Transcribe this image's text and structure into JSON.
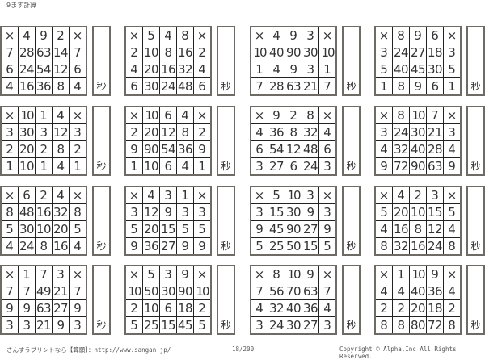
{
  "title": "9ます計算",
  "times_symbol": "×",
  "seconds_label": "秒",
  "colors": {
    "answer": "#e8203a",
    "text": "#333333",
    "border": "#6e6a66"
  },
  "puzzles": [
    {
      "top": [
        "4",
        "9",
        "2"
      ],
      "rows": [
        {
          "left": "7",
          "cells": [
            "28",
            "63",
            "14"
          ]
        },
        {
          "left": "6",
          "cells": [
            "24",
            "54",
            "12"
          ]
        },
        {
          "left": "4",
          "cells": [
            "16",
            "36",
            "8"
          ]
        }
      ]
    },
    {
      "top": [
        "5",
        "4",
        "8"
      ],
      "rows": [
        {
          "left": "2",
          "cells": [
            "10",
            "8",
            "16"
          ]
        },
        {
          "left": "4",
          "cells": [
            "20",
            "16",
            "32"
          ]
        },
        {
          "left": "6",
          "cells": [
            "30",
            "24",
            "48"
          ]
        }
      ]
    },
    {
      "top": [
        "4",
        "9",
        "3"
      ],
      "rows": [
        {
          "left": "10",
          "cells": [
            "40",
            "90",
            "30"
          ]
        },
        {
          "left": "1",
          "cells": [
            "4",
            "9",
            "3"
          ]
        },
        {
          "left": "7",
          "cells": [
            "28",
            "63",
            "21"
          ]
        }
      ]
    },
    {
      "top": [
        "8",
        "9",
        "6"
      ],
      "rows": [
        {
          "left": "3",
          "cells": [
            "24",
            "27",
            "18"
          ]
        },
        {
          "left": "5",
          "cells": [
            "40",
            "45",
            "30"
          ]
        },
        {
          "left": "1",
          "cells": [
            "8",
            "9",
            "6"
          ]
        }
      ]
    },
    {
      "top": [
        "10",
        "1",
        "4"
      ],
      "rows": [
        {
          "left": "3",
          "cells": [
            "30",
            "3",
            "12"
          ]
        },
        {
          "left": "2",
          "cells": [
            "20",
            "2",
            "8"
          ]
        },
        {
          "left": "1",
          "cells": [
            "10",
            "1",
            "4"
          ]
        }
      ]
    },
    {
      "top": [
        "10",
        "6",
        "4"
      ],
      "rows": [
        {
          "left": "2",
          "cells": [
            "20",
            "12",
            "8"
          ]
        },
        {
          "left": "9",
          "cells": [
            "90",
            "54",
            "36"
          ]
        },
        {
          "left": "1",
          "cells": [
            "10",
            "6",
            "4"
          ]
        }
      ]
    },
    {
      "top": [
        "9",
        "2",
        "8"
      ],
      "rows": [
        {
          "left": "4",
          "cells": [
            "36",
            "8",
            "32"
          ]
        },
        {
          "left": "6",
          "cells": [
            "54",
            "12",
            "48"
          ]
        },
        {
          "left": "3",
          "cells": [
            "27",
            "6",
            "24"
          ]
        }
      ]
    },
    {
      "top": [
        "8",
        "10",
        "7"
      ],
      "rows": [
        {
          "left": "3",
          "cells": [
            "24",
            "30",
            "21"
          ]
        },
        {
          "left": "4",
          "cells": [
            "32",
            "40",
            "28"
          ]
        },
        {
          "left": "9",
          "cells": [
            "72",
            "90",
            "63"
          ]
        }
      ]
    },
    {
      "top": [
        "6",
        "2",
        "4"
      ],
      "rows": [
        {
          "left": "8",
          "cells": [
            "48",
            "16",
            "32"
          ]
        },
        {
          "left": "5",
          "cells": [
            "30",
            "10",
            "20"
          ]
        },
        {
          "left": "4",
          "cells": [
            "24",
            "8",
            "16"
          ]
        }
      ]
    },
    {
      "top": [
        "4",
        "3",
        "1"
      ],
      "rows": [
        {
          "left": "3",
          "cells": [
            "12",
            "9",
            "3"
          ]
        },
        {
          "left": "5",
          "cells": [
            "20",
            "15",
            "5"
          ]
        },
        {
          "left": "9",
          "cells": [
            "36",
            "27",
            "9"
          ]
        }
      ]
    },
    {
      "top": [
        "5",
        "10",
        "3"
      ],
      "rows": [
        {
          "left": "3",
          "cells": [
            "15",
            "30",
            "9"
          ]
        },
        {
          "left": "9",
          "cells": [
            "45",
            "90",
            "27"
          ]
        },
        {
          "left": "5",
          "cells": [
            "25",
            "50",
            "15"
          ]
        }
      ]
    },
    {
      "top": [
        "4",
        "2",
        "3"
      ],
      "rows": [
        {
          "left": "5",
          "cells": [
            "20",
            "10",
            "15"
          ]
        },
        {
          "left": "4",
          "cells": [
            "16",
            "8",
            "12"
          ]
        },
        {
          "left": "8",
          "cells": [
            "32",
            "16",
            "24"
          ]
        }
      ]
    },
    {
      "top": [
        "1",
        "7",
        "3"
      ],
      "rows": [
        {
          "left": "7",
          "cells": [
            "7",
            "49",
            "21"
          ]
        },
        {
          "left": "9",
          "cells": [
            "9",
            "63",
            "27"
          ]
        },
        {
          "left": "3",
          "cells": [
            "3",
            "21",
            "9"
          ]
        }
      ]
    },
    {
      "top": [
        "5",
        "3",
        "9"
      ],
      "rows": [
        {
          "left": "10",
          "cells": [
            "50",
            "30",
            "90"
          ]
        },
        {
          "left": "2",
          "cells": [
            "10",
            "6",
            "18"
          ]
        },
        {
          "left": "5",
          "cells": [
            "25",
            "15",
            "45"
          ]
        }
      ]
    },
    {
      "top": [
        "8",
        "10",
        "9"
      ],
      "rows": [
        {
          "left": "7",
          "cells": [
            "56",
            "70",
            "63"
          ]
        },
        {
          "left": "4",
          "cells": [
            "32",
            "40",
            "36"
          ]
        },
        {
          "left": "3",
          "cells": [
            "24",
            "30",
            "27"
          ]
        }
      ]
    },
    {
      "top": [
        "1",
        "10",
        "9"
      ],
      "rows": [
        {
          "left": "4",
          "cells": [
            "4",
            "40",
            "36"
          ]
        },
        {
          "left": "2",
          "cells": [
            "2",
            "20",
            "18"
          ]
        },
        {
          "left": "8",
          "cells": [
            "8",
            "80",
            "72"
          ]
        }
      ]
    }
  ],
  "footer": {
    "site": "さんすうプリントなら【算願】：http://www.sangan.jp/",
    "page": "18/200",
    "copyright": "Copyright © Alpha,Inc All Rights Reserved."
  }
}
